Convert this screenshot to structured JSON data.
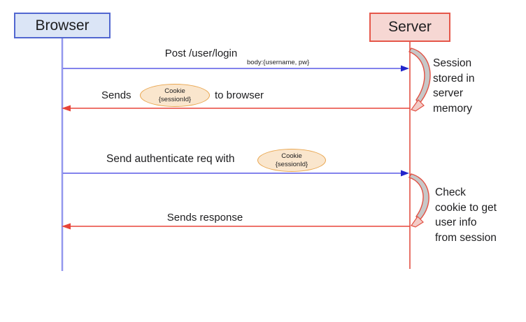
{
  "colors": {
    "text": "#1d1d1f",
    "blue_box_fill": "#dbe5f6",
    "blue_box_border": "#5167d0",
    "red_box_fill": "#f6d7d3",
    "red_box_border": "#e5574a",
    "blue_arrow": "#5a5ae6",
    "blue_head": "#2326cc",
    "red_arrow": "#e8453a",
    "blue_lifeline": "#9397ee",
    "red_lifeline": "#e25043",
    "cookie_fill": "#fae6cd",
    "cookie_border": "#e9a64f",
    "loop_fill": "#b9b9b9",
    "loop_arrow_fill": "#f3cbc6"
  },
  "actors": {
    "browser": {
      "label": "Browser"
    },
    "server": {
      "label": "Server"
    }
  },
  "messages": {
    "login": {
      "label": "Post /user/login",
      "sublabel": "body:{username, pw}"
    },
    "set_cookie": {
      "prefix": "Sends",
      "suffix": "to browser"
    },
    "auth": {
      "prefix": "Send authenticate req with"
    },
    "response": {
      "label": "Sends response"
    }
  },
  "cookies": {
    "c1": {
      "title": "Cookie",
      "value": "{sessionId}"
    },
    "c2": {
      "title": "Cookie",
      "value": "{sessionId}"
    }
  },
  "notes": {
    "session_store": "Session stored in server memory",
    "check_cookie": "Check cookie to get user info from session"
  }
}
